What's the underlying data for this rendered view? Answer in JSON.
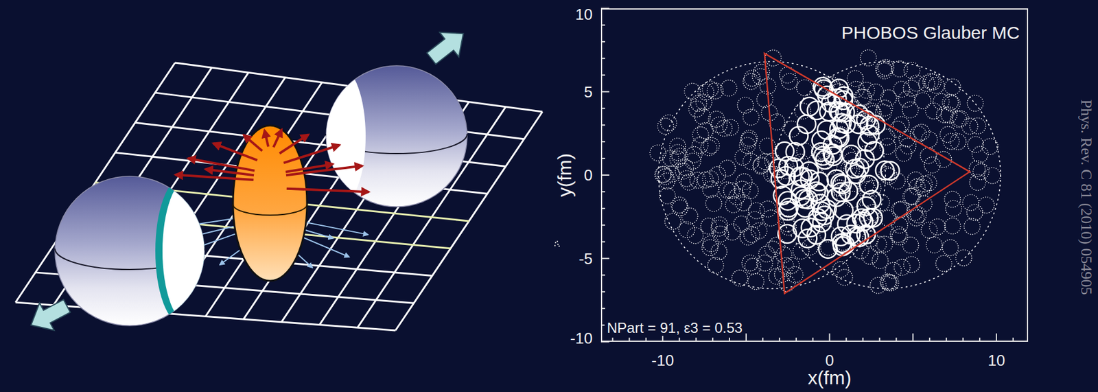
{
  "diagram": {
    "nodes": [
      {
        "text": [
          "PHOBOS Glauber MC",
          "NPart = 91, ε3 = 0.53"
        ]
      }
    ],
    "labels": [
      "10",
      "5",
      "0",
      "-5",
      "-10",
      "y(fm)",
      "-10",
      "0",
      "10",
      "x(fm)",
      "Phys. Rev. C 81 (2010) 054905"
    ]
  }
}
